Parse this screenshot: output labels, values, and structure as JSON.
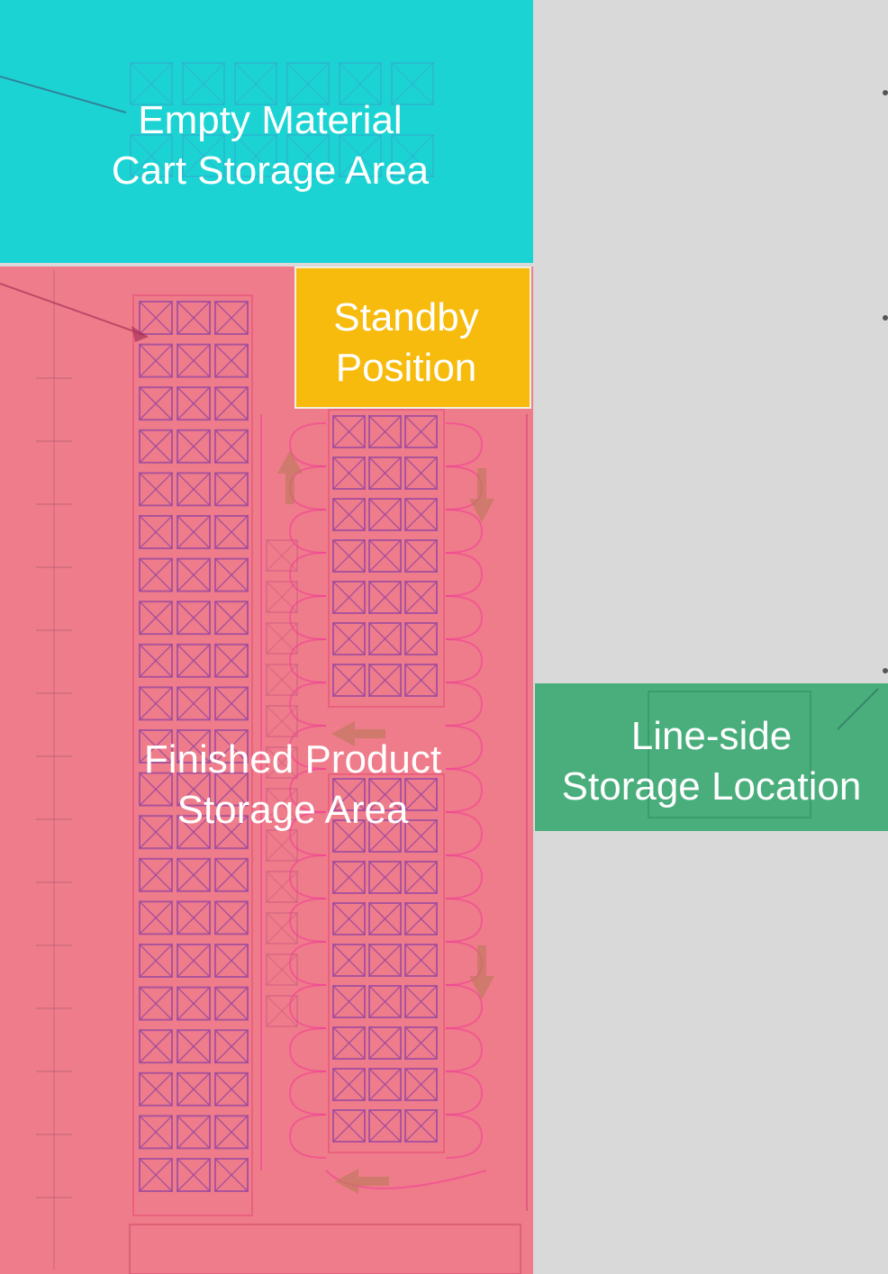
{
  "zones": {
    "empty_cart": {
      "line1": "Empty Material",
      "line2": "Cart Storage Area",
      "color": "#1cd3d3"
    },
    "standby": {
      "line1": "Standby",
      "line2": "Position",
      "color": "#f7bb0e"
    },
    "finished": {
      "line1": "Finished Product",
      "line2": "Storage Area",
      "color": "#ef7c8a"
    },
    "lineside": {
      "line1": "Line-side",
      "line2": "Storage Location",
      "color": "#4aae7c"
    }
  },
  "background_color": "#d9d9d9",
  "icons": {
    "flow_arrow": "flow-arrow-icon",
    "storage_cell": "storage-cell-icon"
  }
}
